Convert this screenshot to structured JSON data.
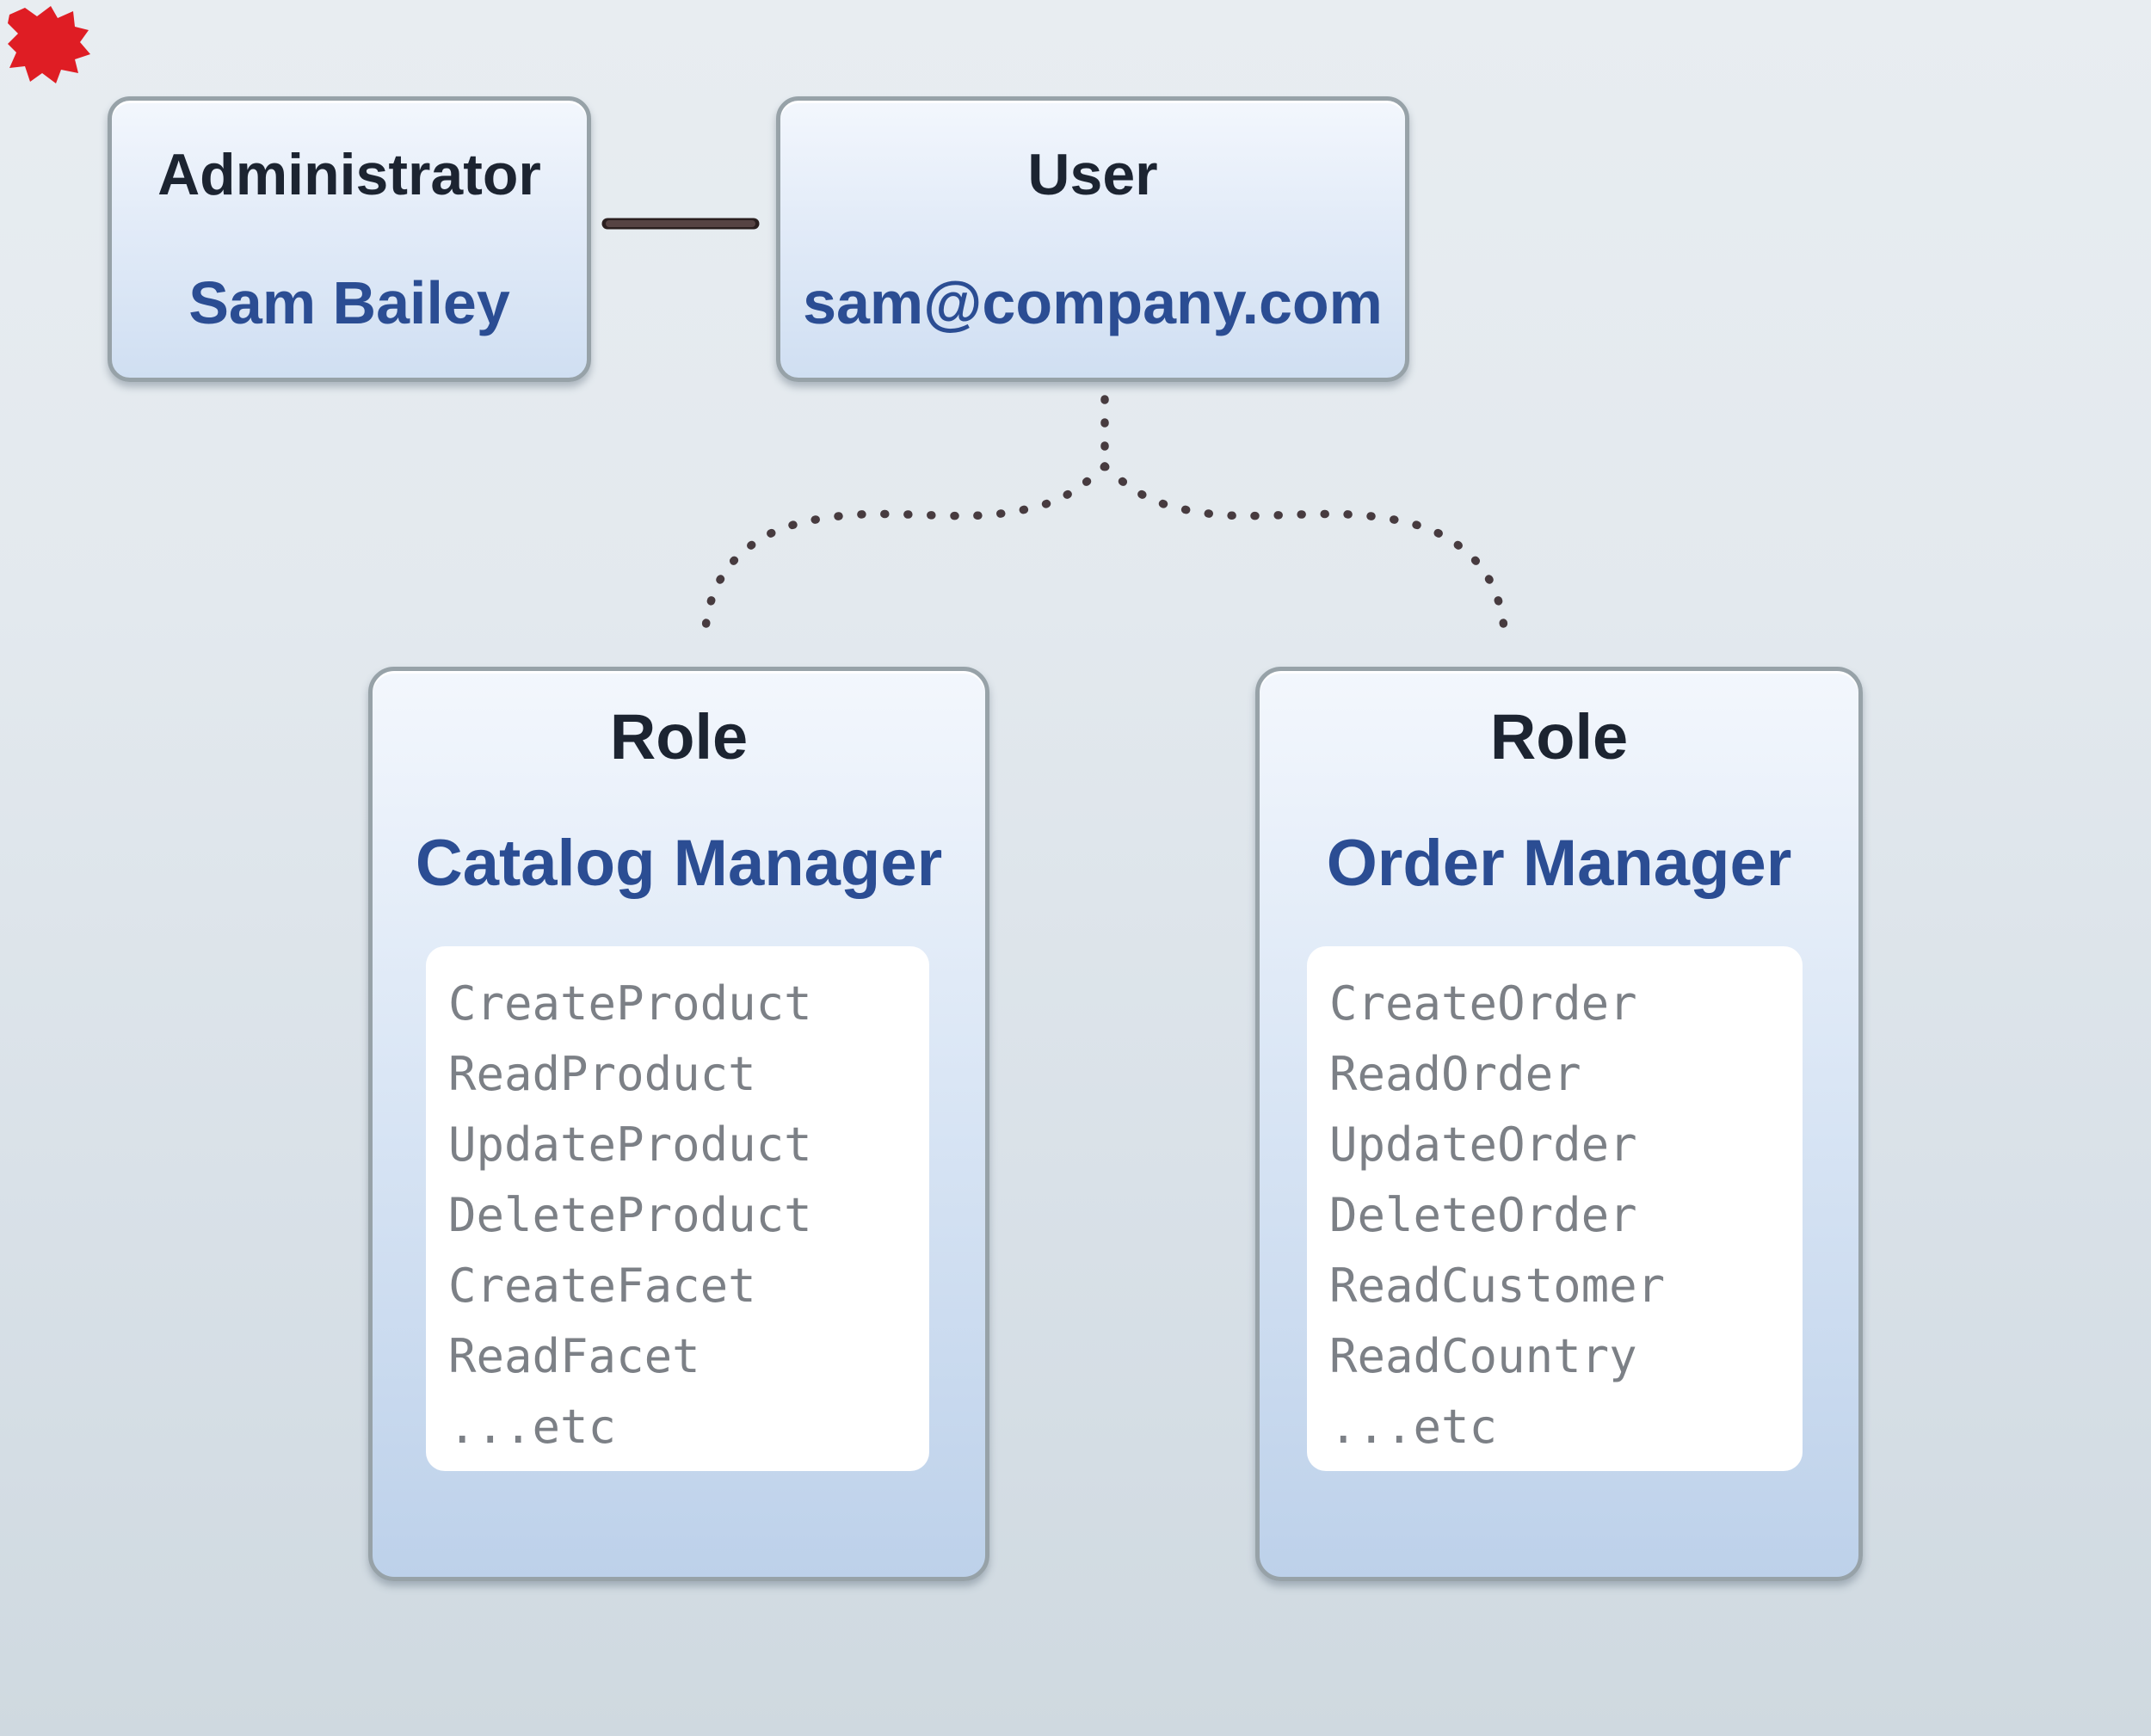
{
  "diagram": {
    "admin_box": {
      "title": "Administrator",
      "person_name": "Sam Bailey"
    },
    "user_box": {
      "title": "User",
      "email": "sam@company.com"
    },
    "catalog_role_box": {
      "title": "Role",
      "role_name": "Catalog Manager",
      "permissions": [
        "CreateProduct",
        "ReadProduct",
        "UpdateProduct",
        "DeleteProduct",
        "CreateFacet",
        "ReadFacet",
        "...etc"
      ]
    },
    "order_role_box": {
      "title": "Role",
      "role_name": "Order Manager",
      "permissions": [
        "CreateOrder",
        "ReadOrder",
        "UpdateOrder",
        "DeleteOrder",
        "ReadCustomer",
        "ReadCountry",
        "...etc"
      ]
    },
    "colors": {
      "title_text": "#1c2431",
      "accent_blue": "#2b4d93",
      "permission_text": "#7c8086",
      "box_border": "#97a2a8",
      "box_fill_top": "#f3f7fd",
      "box_fill_bottom": "#bdd1ea",
      "connector_line": "#564343",
      "dotted_link": "#473b3f",
      "background_top": "#e8edf1",
      "background_bottom": "#cfd9e0",
      "corner_splat": "#df1d24"
    }
  }
}
